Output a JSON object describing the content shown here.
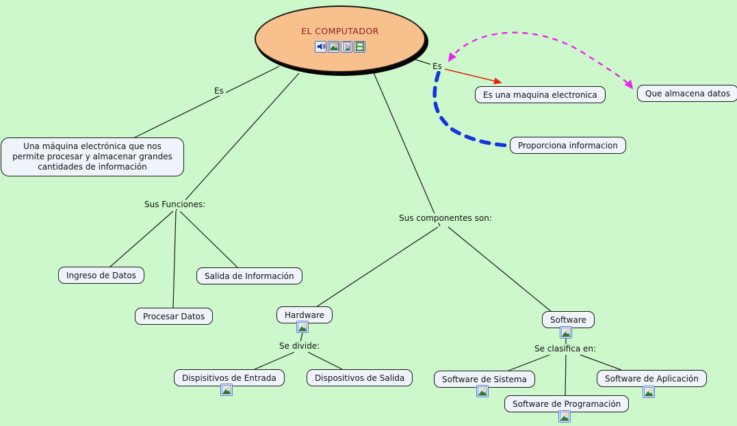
{
  "root": {
    "label": "EL COMPUTADOR",
    "icons": [
      "audio-icon",
      "image-icon",
      "document-icon",
      "video-icon"
    ]
  },
  "linking_labels": {
    "es_left": "Es",
    "es_right": "Es",
    "sus_funciones": "Sus Funciones:",
    "sus_componentes": "Sus componentes son:",
    "se_divide": "Se divide:",
    "se_clasifica": "Se clasifica en:"
  },
  "concepts": {
    "definicion": "Una máquina electrónica que nos permite procesar y almacenar grandes cantidades de información",
    "es_maquina": "Es una maquina electronica",
    "que_almacena": "Que almacena datos",
    "proporciona": "Proporciona informacion",
    "ingreso": "Ingreso de Datos",
    "salida": "Salida de Información",
    "procesar": "Procesar Datos",
    "hardware": "Hardware",
    "software": "Software",
    "disp_entrada": "Dispisitivos de Entrada",
    "disp_salida": "Dispositivos de Salida",
    "sw_sistema": "Software de Sistema",
    "sw_aplicacion": "Software de Aplicación",
    "sw_programacion": "Software de Programación"
  },
  "colors": {
    "background": "#ccf8cb",
    "node_fill": "#eff3fa",
    "node_border": "#1a1a1a",
    "line": "#1a1a1a",
    "red_arrow": "#e8220a",
    "magenta_arrow": "#ee22ee",
    "blue_link": "#1634dd",
    "root_fill": "#f7c08d",
    "root_title": "#8b1e1e"
  }
}
